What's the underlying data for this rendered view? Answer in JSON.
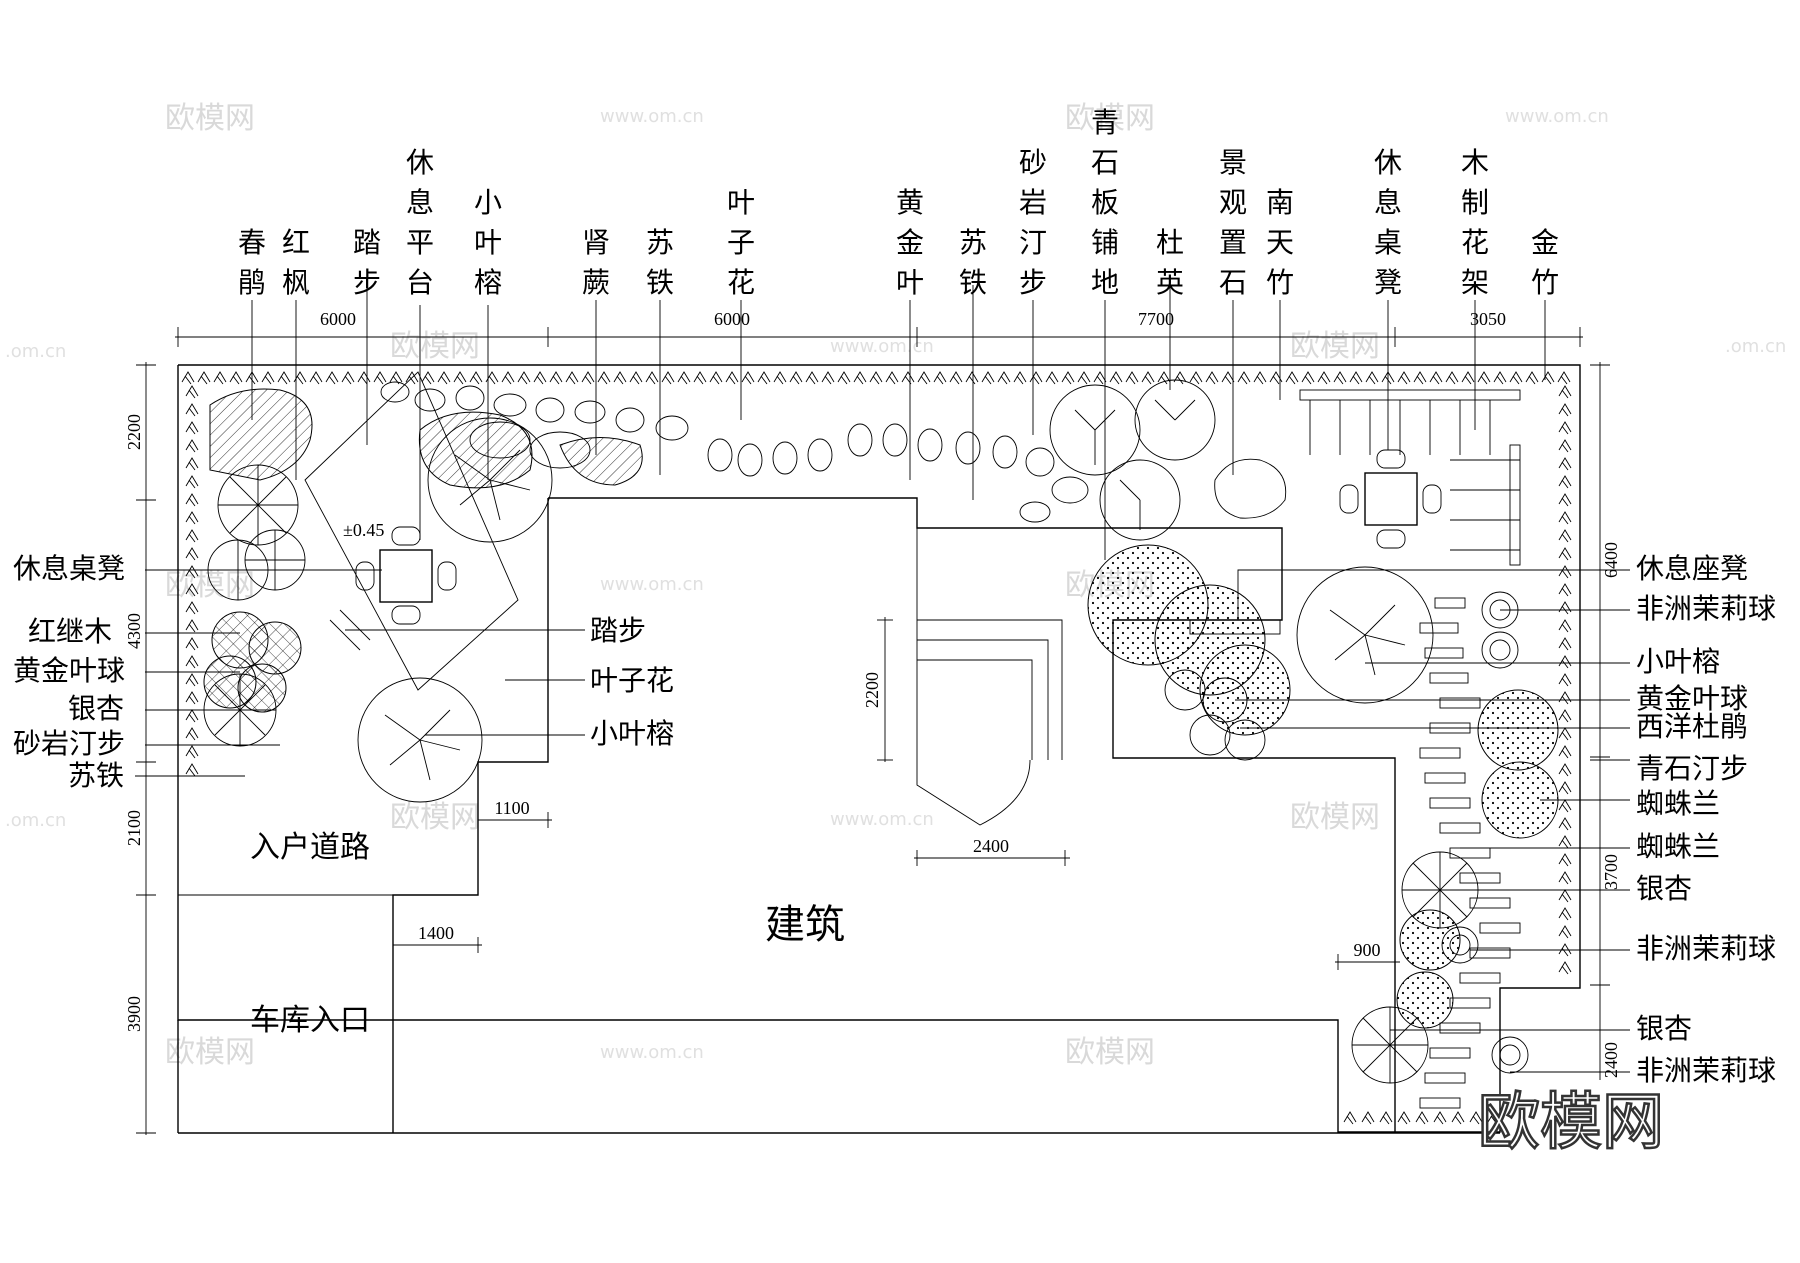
{
  "top_labels": [
    {
      "id": "chunjuan",
      "text": "春鹃"
    },
    {
      "id": "hongfeng",
      "text": "红枫"
    },
    {
      "id": "tabu",
      "text": "踏步"
    },
    {
      "id": "xiuxi-pingtai",
      "text": "休息平台"
    },
    {
      "id": "xiaoyerong",
      "text": "小叶榕"
    },
    {
      "id": "shenjue",
      "text": "肾蕨"
    },
    {
      "id": "sutie-1",
      "text": "苏铁"
    },
    {
      "id": "yezihua",
      "text": "叶子花"
    },
    {
      "id": "huangjinye",
      "text": "黄金叶"
    },
    {
      "id": "sutie-2",
      "text": "苏铁"
    },
    {
      "id": "shayan-tingbu",
      "text": "砂岩汀步"
    },
    {
      "id": "qingshiban-pudi",
      "text": "青石板铺地"
    },
    {
      "id": "duying",
      "text": "杜英"
    },
    {
      "id": "jingguan-zhishi",
      "text": "景观置石"
    },
    {
      "id": "nantianzhu",
      "text": "南天竹"
    },
    {
      "id": "xiuxi-zhuodeng",
      "text": "休息桌凳"
    },
    {
      "id": "muzhi-huajia",
      "text": "木制花架"
    },
    {
      "id": "jinzhu",
      "text": "金竹"
    }
  ],
  "left_labels": [
    {
      "id": "xiuxi-zhuodeng-left",
      "text": "休息桌凳"
    },
    {
      "id": "hongjimu",
      "text": "红继木"
    },
    {
      "id": "huangjinyeqiu-left",
      "text": "黄金叶球"
    },
    {
      "id": "yinxing-left",
      "text": "银杏"
    },
    {
      "id": "shayan-tingbu-left",
      "text": "砂岩汀步"
    },
    {
      "id": "sutie-left",
      "text": "苏铁"
    }
  ],
  "center_labels": [
    {
      "id": "tabu-center",
      "text": "踏步"
    },
    {
      "id": "yezihua-center",
      "text": "叶子花"
    },
    {
      "id": "xiaoyerong-center",
      "text": "小叶榕"
    }
  ],
  "right_labels": [
    {
      "id": "xiuxi-zuodeng",
      "text": "休息座凳"
    },
    {
      "id": "feizhou-molihua-1",
      "text": "非洲茉莉球"
    },
    {
      "id": "xiaoyerong-right",
      "text": "小叶榕"
    },
    {
      "id": "huangjinyeqiu-right",
      "text": "黄金叶球"
    },
    {
      "id": "xiyang-dujuan",
      "text": "西洋杜鹃"
    },
    {
      "id": "qingshi-tingbu",
      "text": "青石汀步"
    },
    {
      "id": "zhizhulan-1",
      "text": "蜘蛛兰"
    },
    {
      "id": "zhizhulan-2",
      "text": "蜘蛛兰"
    },
    {
      "id": "yinxing-right-1",
      "text": "银杏"
    },
    {
      "id": "feizhou-molihua-2",
      "text": "非洲茉莉球"
    },
    {
      "id": "yinxing-right-2",
      "text": "银杏"
    },
    {
      "id": "feizhou-molihua-3",
      "text": "非洲茉莉球"
    }
  ],
  "areas": {
    "entry_road": "入户道路",
    "garage_entry": "车库入口",
    "building": "建筑",
    "elevation": "±0.45"
  },
  "dimensions": {
    "top": [
      "6000",
      "6000",
      "7700",
      "3050"
    ],
    "left": [
      "2200",
      "4300",
      "2100",
      "3900"
    ],
    "right": [
      "6400",
      "3700",
      "2400"
    ],
    "inner": [
      "1100",
      "1400",
      "2200",
      "2400",
      "900"
    ]
  },
  "watermarks": {
    "logo": "欧模网",
    "site": "www.om.cn",
    "tile": "欧模网",
    "site_short": ".om.cn"
  }
}
